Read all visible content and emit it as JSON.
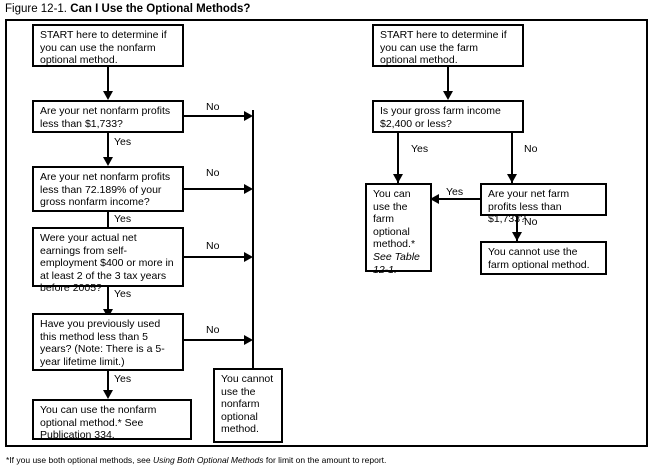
{
  "figure": {
    "label": "Figure 12-1.",
    "title": "Can I Use the Optional Methods?"
  },
  "footnote": {
    "prefix": "*If you use both optional methods, see ",
    "italic": "Using Both Optional Methods",
    "suffix": " for limit on the amount to report."
  },
  "nonfarm": {
    "start": "START here to determine if you can use the nonfarm optional method.",
    "q1": "Are your net nonfarm profits less than $1,733?",
    "q2": "Are your net nonfarm profits less than 72.189% of your gross nonfarm income?",
    "q3": "Were your actual net earnings from self-employment $400 or more in at least 2 of the 3 tax years before 2005?",
    "q4": "Have you previously used this method less than 5 years? (Note: There is a 5-year lifetime limit.)",
    "yes_result": "You can use the nonfarm optional method.* See Publication 334.",
    "no_result": "You cannot use the nonfarm optional method.",
    "labels": {
      "yes1": "Yes",
      "yes2": "Yes",
      "yes3": "Yes",
      "yes4": "Yes",
      "no1": "No",
      "no2": "No",
      "no3": "No",
      "no4": "No"
    }
  },
  "farm": {
    "start": "START here to determine if you can use the farm optional method.",
    "q1": "Is your gross farm income $2,400 or less?",
    "q2": "Are your net farm profits less than $1,733?",
    "yes_result_main": "You can use the farm optional method.* ",
    "yes_result_italic": "See Table 12-1.",
    "no_result": "You cannot use the farm optional method.",
    "labels": {
      "yes1": "Yes",
      "no1": "No",
      "yes2": "Yes",
      "no2": "No"
    }
  },
  "colors": {
    "ink": "#000000",
    "paper": "#ffffff"
  }
}
